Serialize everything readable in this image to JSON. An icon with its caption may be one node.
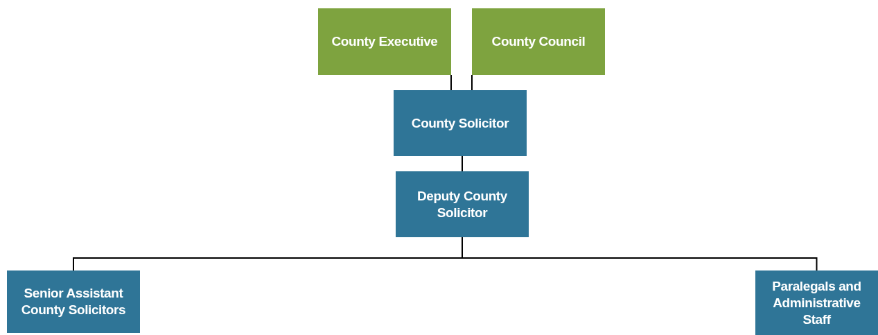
{
  "diagram": {
    "nodes": [
      {
        "text": [
          "County Executive"
        ]
      },
      {
        "text": [
          "County Council"
        ]
      },
      {
        "text": [
          "County Solicitor"
        ]
      },
      {
        "text": [
          "Deputy County Solicitor"
        ]
      },
      {
        "text": [
          "Senior Assistant County Solicitors"
        ]
      },
      {
        "text": [
          "Paralegals and Administrative Staff"
        ]
      }
    ],
    "edges": [
      {
        "from": 0,
        "to": 2,
        "arrow": "none"
      },
      {
        "from": 1,
        "to": 2,
        "arrow": "none"
      },
      {
        "from": 2,
        "to": 3,
        "arrow": "none"
      },
      {
        "from": 3,
        "to": 4,
        "arrow": "none"
      },
      {
        "from": 3,
        "to": 5,
        "arrow": "none"
      }
    ]
  }
}
